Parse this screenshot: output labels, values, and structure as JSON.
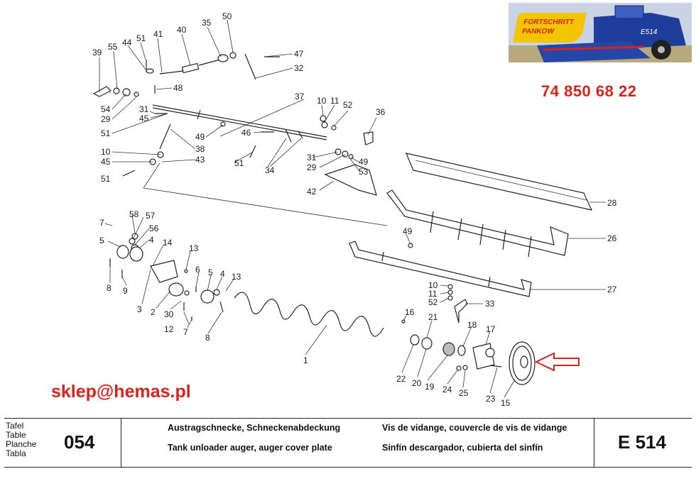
{
  "diagram": {
    "labels": [
      "39",
      "55",
      "44",
      "51",
      "41",
      "40",
      "35",
      "50",
      "47",
      "32",
      "48",
      "54",
      "29",
      "31",
      "45",
      "51",
      "37",
      "10",
      "11",
      "52",
      "36",
      "49",
      "38",
      "46",
      "10",
      "45",
      "43",
      "51",
      "34",
      "51",
      "31",
      "29",
      "49",
      "53",
      "42",
      "28",
      "26",
      "7",
      "58",
      "57",
      "56",
      "5",
      "4",
      "14",
      "13",
      "49",
      "27",
      "8",
      "9",
      "6",
      "5",
      "4",
      "13",
      "3",
      "2",
      "30",
      "12",
      "7",
      "8",
      "10",
      "11",
      "52",
      "33",
      "16",
      "21",
      "18",
      "17",
      "1",
      "22",
      "20",
      "19",
      "24",
      "25",
      "23",
      "15"
    ]
  },
  "ad": {
    "brand_line1": "FORTSCHRITT",
    "brand_line2": "PANKOW",
    "phone": "74 850 68 22",
    "email": "sklep@hemas.pl"
  },
  "footer": {
    "tafel": [
      "Tafel",
      "Table",
      "Planche",
      "Tabla"
    ],
    "number": "054",
    "title_de": "Austragschnecke, Schneckenabdeckung",
    "title_en": "Tank unloader auger, auger cover plate",
    "title_fr": "Vis de vidange, couvercle de vis de vidange",
    "title_es": "Sinfín descargador, cubierta del sinfín",
    "model": "E 514"
  },
  "colors": {
    "accent_red": "#d8231d",
    "combine_blue": "#1f3d9a",
    "logo_yellow": "#f3c400"
  }
}
